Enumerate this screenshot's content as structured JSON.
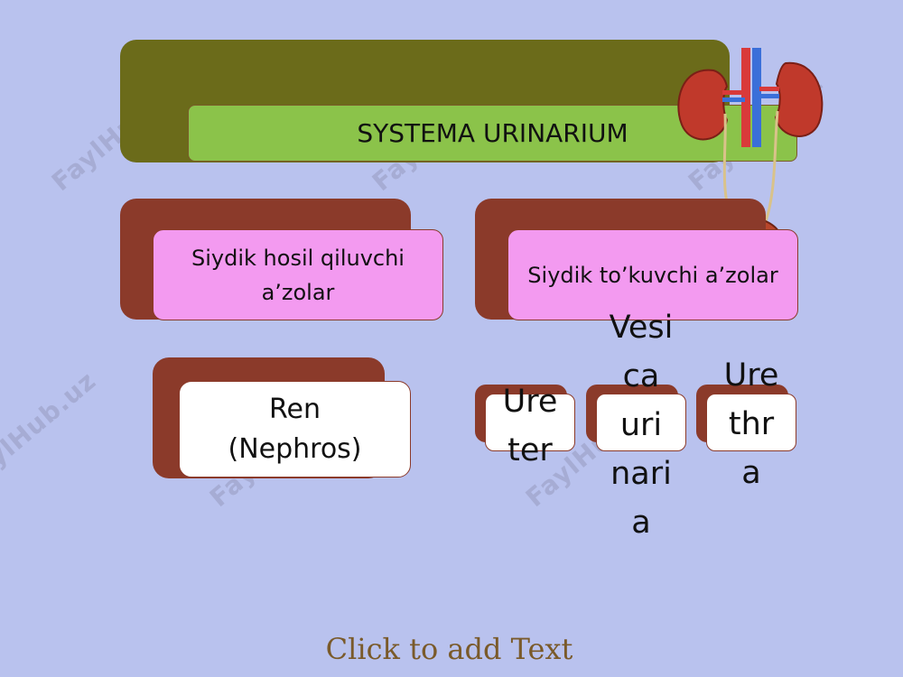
{
  "title": "SYSTEMA URINARIUM",
  "left_group": "Siydik hosil qiluvchi a’zolar",
  "right_group": "Siydik to’kuvchi a’zolar",
  "ren": "Ren (Nephros)",
  "ureter": "Ure ter",
  "vesica": "Vesi ca uri nari a",
  "urethra": "Ure thr a",
  "footer": "Click to add Text",
  "watermark": "FaylHub.uz",
  "colors": {
    "background": "#b9c2ee",
    "olive": "#6b6b1a",
    "green": "#8bc34a",
    "brown": "#8b3a2a",
    "pink": "#f39af0",
    "footer_text": "#7a5a2a"
  }
}
